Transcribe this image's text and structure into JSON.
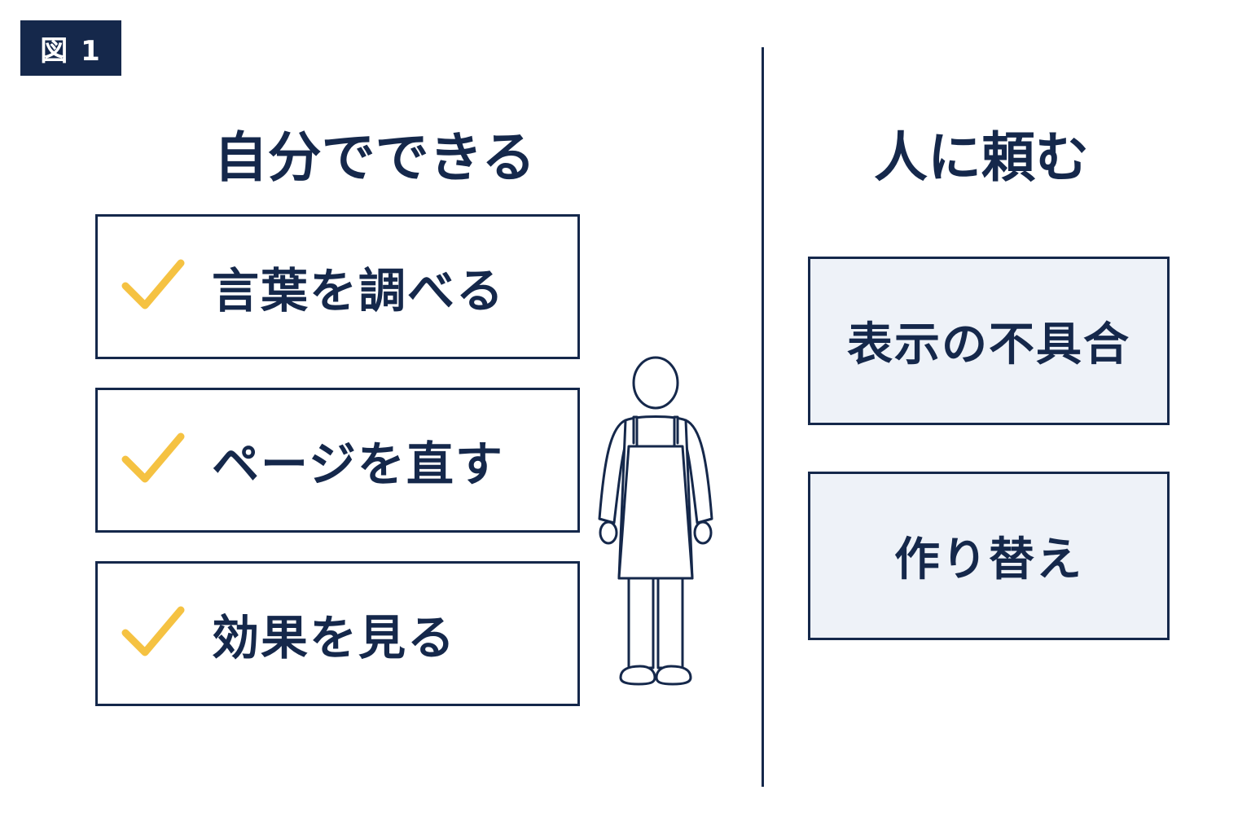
{
  "figure_label": "図 1",
  "left_column": {
    "heading": "自分でできる",
    "items": [
      {
        "label": "言葉を調べる",
        "icon": "check-icon"
      },
      {
        "label": "ページを直す",
        "icon": "check-icon"
      },
      {
        "label": "効果を見る",
        "icon": "check-icon"
      }
    ]
  },
  "right_column": {
    "heading": "人に頼む",
    "items": [
      {
        "label": "表示の不具合"
      },
      {
        "label": "作り替え"
      }
    ]
  },
  "colors": {
    "navy": "#15284b",
    "check_yellow": "#f5c242",
    "box_fill_right": "#eef2f8"
  },
  "icons": {
    "person": "person-in-apron-icon",
    "check": "check-icon"
  }
}
